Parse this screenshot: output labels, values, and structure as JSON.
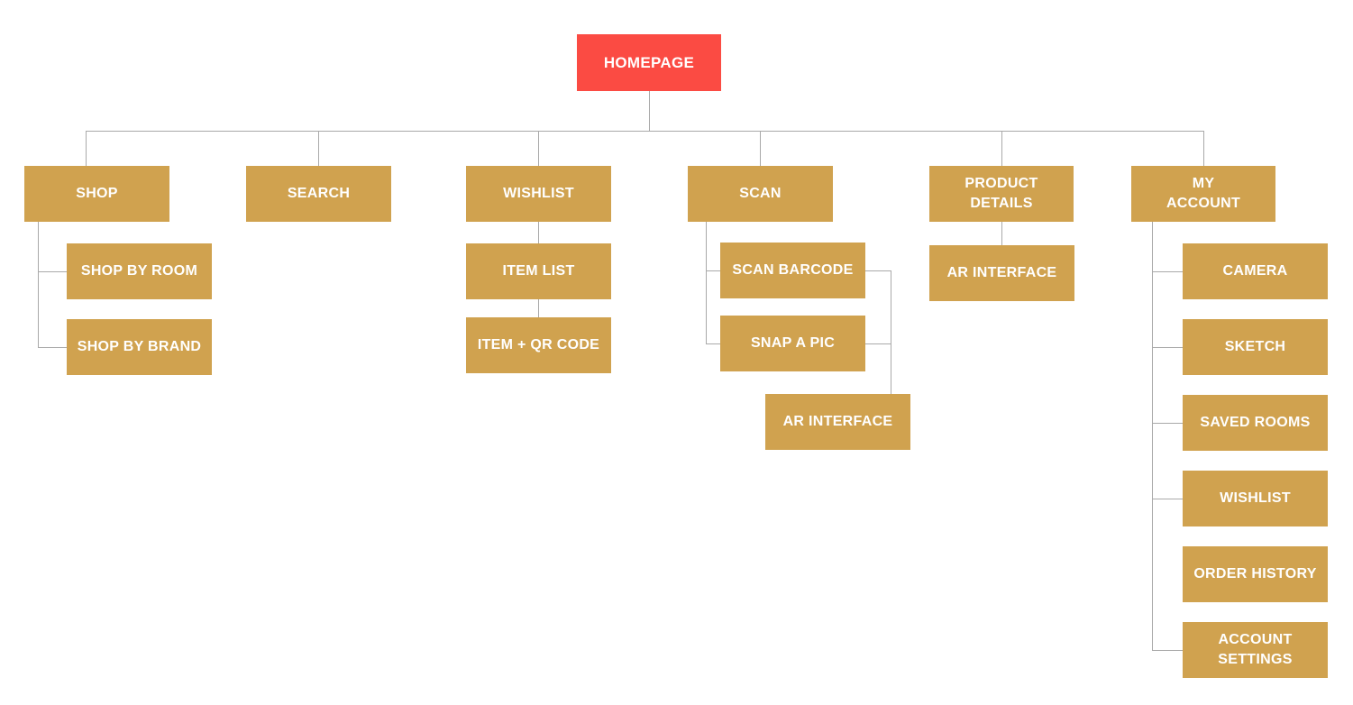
{
  "diagram": {
    "title": "Homepage sitemap flowchart",
    "type": "sitemap",
    "colors": {
      "root_node": "#FB4B43",
      "node": "#D0A24F",
      "connector": "#A9A9A9",
      "text": "#FFFFFF",
      "background": "#FFFFFF"
    },
    "nodes": {
      "homepage": {
        "label": "HOMEPAGE"
      },
      "shop": {
        "label": "SHOP"
      },
      "search": {
        "label": "SEARCH"
      },
      "wishlist": {
        "label": "WISHLIST"
      },
      "scan": {
        "label": "SCAN"
      },
      "product_details": {
        "label": "PRODUCT\nDETAILS"
      },
      "my_account": {
        "label": "MY\nACCOUNT"
      },
      "shop_by_room": {
        "label": "SHOP BY ROOM"
      },
      "shop_by_brand": {
        "label": "SHOP BY BRAND"
      },
      "item_list": {
        "label": "ITEM LIST"
      },
      "item_qr_code": {
        "label": "ITEM + QR CODE"
      },
      "scan_barcode": {
        "label": "SCAN BARCODE"
      },
      "snap_a_pic": {
        "label": "SNAP A PIC"
      },
      "scan_ar": {
        "label": "AR INTERFACE"
      },
      "product_ar": {
        "label": "AR INTERFACE"
      },
      "camera": {
        "label": "CAMERA"
      },
      "sketch": {
        "label": "SKETCH"
      },
      "saved_rooms": {
        "label": "SAVED ROOMS"
      },
      "acct_wishlist": {
        "label": "WISHLIST"
      },
      "order_history": {
        "label": "ORDER HISTORY"
      },
      "acct_settings": {
        "label": "ACCOUNT\nSETTINGS"
      }
    },
    "edges": [
      {
        "from": "HOMEPAGE",
        "to": "SHOP"
      },
      {
        "from": "HOMEPAGE",
        "to": "SEARCH"
      },
      {
        "from": "HOMEPAGE",
        "to": "WISHLIST"
      },
      {
        "from": "HOMEPAGE",
        "to": "SCAN"
      },
      {
        "from": "HOMEPAGE",
        "to": "PRODUCT DETAILS"
      },
      {
        "from": "HOMEPAGE",
        "to": "MY ACCOUNT"
      },
      {
        "from": "SHOP",
        "to": "SHOP BY ROOM"
      },
      {
        "from": "SHOP",
        "to": "SHOP BY BRAND"
      },
      {
        "from": "WISHLIST",
        "to": "ITEM LIST"
      },
      {
        "from": "ITEM LIST",
        "to": "ITEM + QR CODE"
      },
      {
        "from": "SCAN",
        "to": "SCAN BARCODE"
      },
      {
        "from": "SCAN",
        "to": "SNAP A PIC"
      },
      {
        "from": "SCAN BARCODE",
        "to": "AR INTERFACE"
      },
      {
        "from": "SNAP A PIC",
        "to": "AR INTERFACE"
      },
      {
        "from": "PRODUCT DETAILS",
        "to": "AR INTERFACE"
      },
      {
        "from": "MY ACCOUNT",
        "to": "CAMERA"
      },
      {
        "from": "MY ACCOUNT",
        "to": "SKETCH"
      },
      {
        "from": "MY ACCOUNT",
        "to": "SAVED ROOMS"
      },
      {
        "from": "MY ACCOUNT",
        "to": "WISHLIST"
      },
      {
        "from": "MY ACCOUNT",
        "to": "ACCOUNT SETTINGS"
      }
    ],
    "notes": "ORDER HISTORY box sits in the MY ACCOUNT column but has no drawn connector stub"
  }
}
